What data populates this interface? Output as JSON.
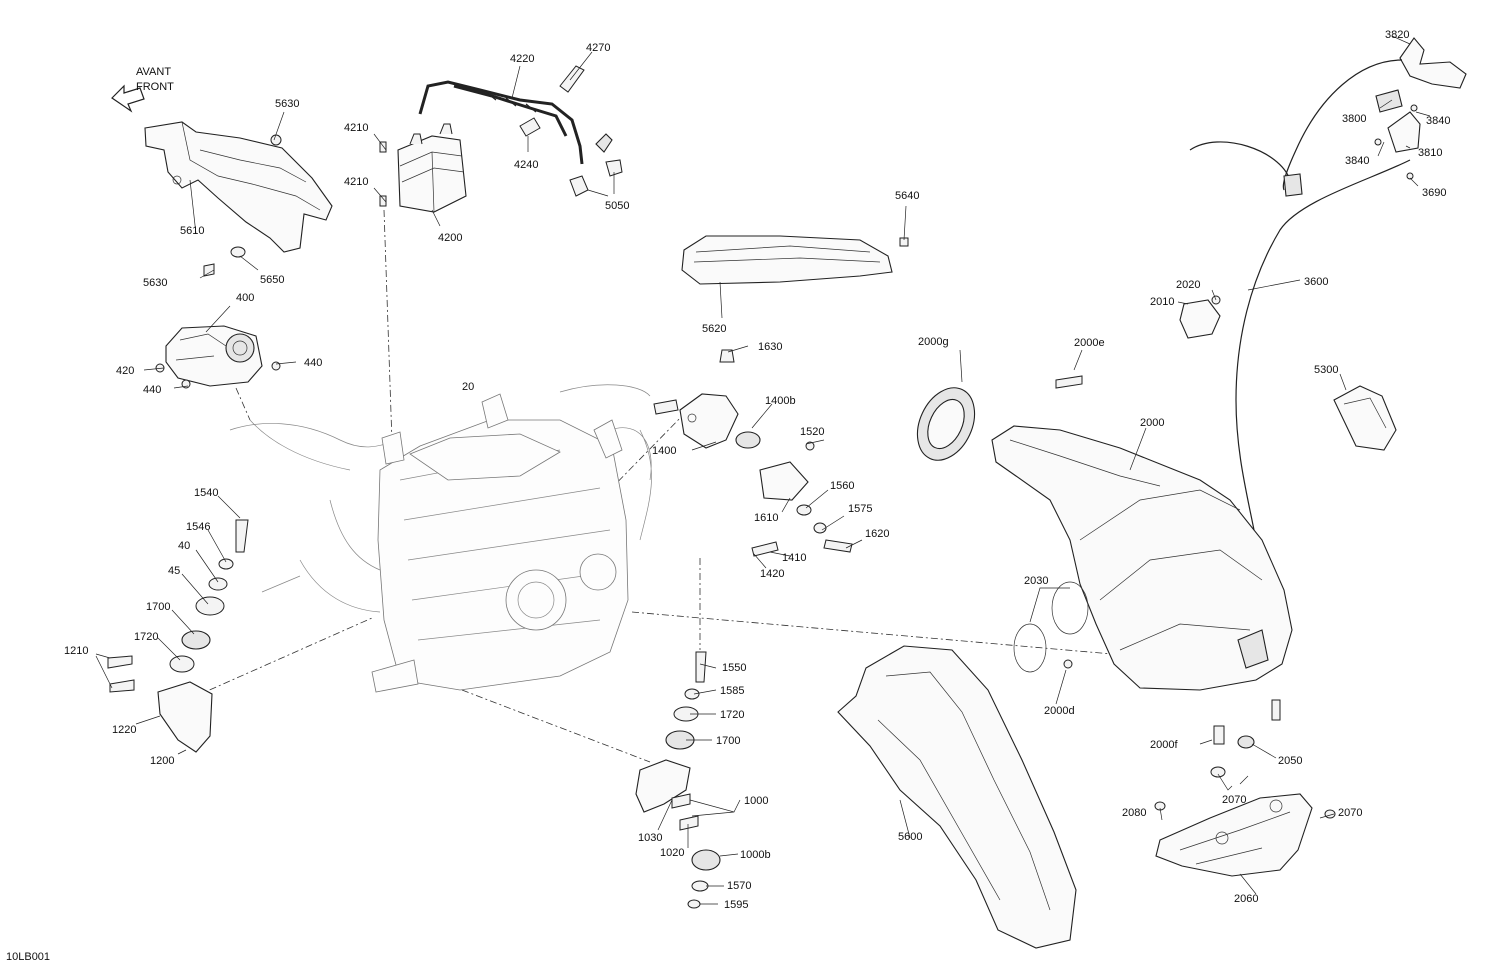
{
  "figure_code": "10LB001",
  "direction": {
    "line1": "AVANT",
    "line2": "FRONT"
  },
  "callouts": {
    "c5630a": "5630",
    "c5610": "5610",
    "c5630b": "5630",
    "c5650": "5650",
    "c4210a": "4210",
    "c4210b": "4210",
    "c4200": "4200",
    "c4220": "4220",
    "c4270": "4270",
    "c4240": "4240",
    "c5050": "5050",
    "c5640": "5640",
    "c5620": "5620",
    "c3820": "3820",
    "c3800": "3800",
    "c3840a": "3840",
    "c3840b": "3840",
    "c3810": "3810",
    "c3690": "3690",
    "c3600": "3600",
    "c2020": "2020",
    "c2010": "2010",
    "c5300": "5300",
    "c2000g": "2000g",
    "c2000e": "2000e",
    "c2000": "2000",
    "c400": "400",
    "c420": "420",
    "c440a": "440",
    "c440b": "440",
    "c20": "20",
    "c1630": "1630",
    "c1400b": "1400b",
    "c1400": "1400",
    "c1520": "1520",
    "c1560": "1560",
    "c1610": "1610",
    "c1575": "1575",
    "c1620": "1620",
    "c1410": "1410",
    "c1420": "1420",
    "c1540": "1540",
    "c1546": "1546",
    "c40": "40",
    "c45": "45",
    "c1700a": "1700",
    "c1720a": "1720",
    "c1210": "1210",
    "c1220": "1220",
    "c1200": "1200",
    "c1550": "1550",
    "c1585": "1585",
    "c1720b": "1720",
    "c1700b": "1700",
    "c1000": "1000",
    "c1030": "1030",
    "c1020": "1020",
    "c1000b": "1000b",
    "c1570": "1570",
    "c1595": "1595",
    "c2030": "2030",
    "c2000d": "2000d",
    "c5600": "5600",
    "c2000f": "2000f",
    "c2050": "2050",
    "c2070a": "2070",
    "c2080": "2080",
    "c2070b": "2070",
    "c2060": "2060"
  }
}
